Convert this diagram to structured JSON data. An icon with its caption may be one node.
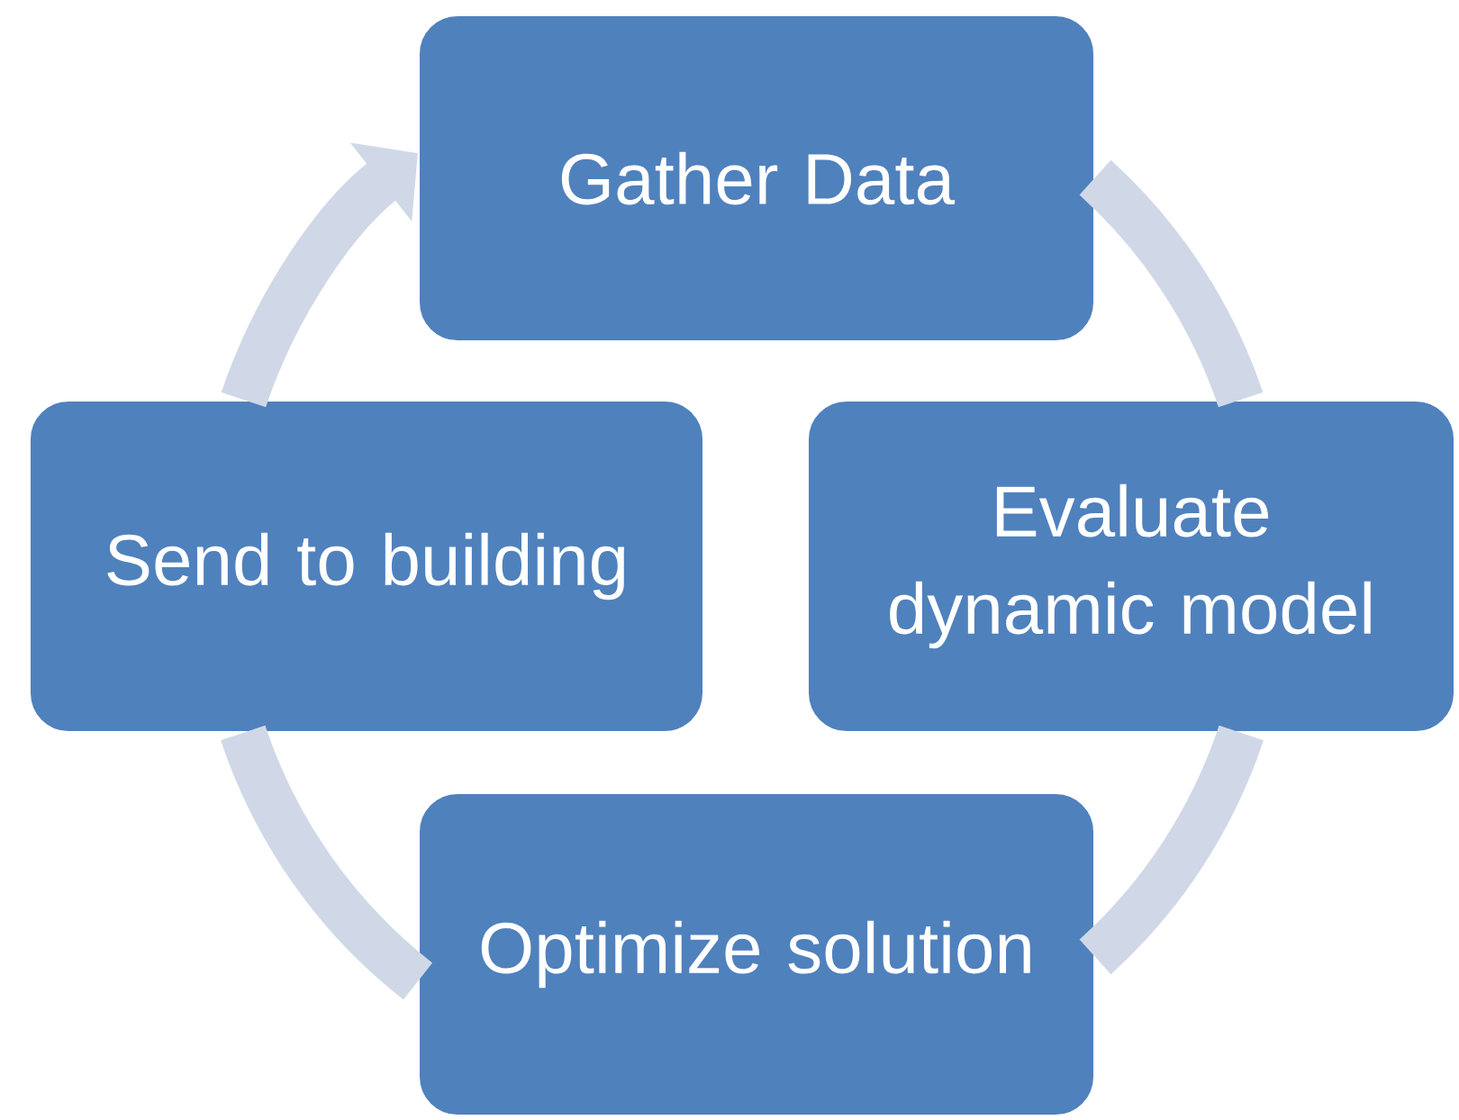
{
  "diagram": {
    "nodes": [
      {
        "text": [
          "Gather Data"
        ]
      },
      {
        "text": [
          "Evaluate dynamic model"
        ]
      },
      {
        "text": [
          "Optimize solution"
        ]
      },
      {
        "text": [
          "Send to building"
        ]
      }
    ],
    "edges": [
      {
        "from": 0,
        "to": 1,
        "arrow": "none"
      },
      {
        "from": 1,
        "to": 2,
        "arrow": "none"
      },
      {
        "from": 2,
        "to": 3,
        "arrow": "none"
      },
      {
        "from": 3,
        "to": 0,
        "arrow": "to"
      }
    ]
  }
}
